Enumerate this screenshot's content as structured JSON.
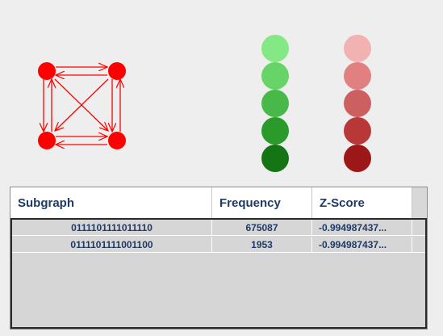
{
  "motif": {
    "node_color": "#ff0000",
    "edge_color": "#ff0000"
  },
  "legend": {
    "green_scale": [
      "#84e884",
      "#66d466",
      "#48b848",
      "#2a9a2a",
      "#157515"
    ],
    "red_scale": [
      "#f2b2b2",
      "#e08080",
      "#cc6060",
      "#b83838",
      "#9c1818"
    ]
  },
  "table": {
    "columns": [
      "Subgraph",
      "Frequency",
      "Z-Score"
    ],
    "rows": [
      {
        "subgraph": "0111101111011110",
        "frequency": "675087",
        "zscore": "-0.994987437..."
      },
      {
        "subgraph": "0111101111001100",
        "frequency": "1953",
        "zscore": "-0.994987437..."
      }
    ]
  }
}
